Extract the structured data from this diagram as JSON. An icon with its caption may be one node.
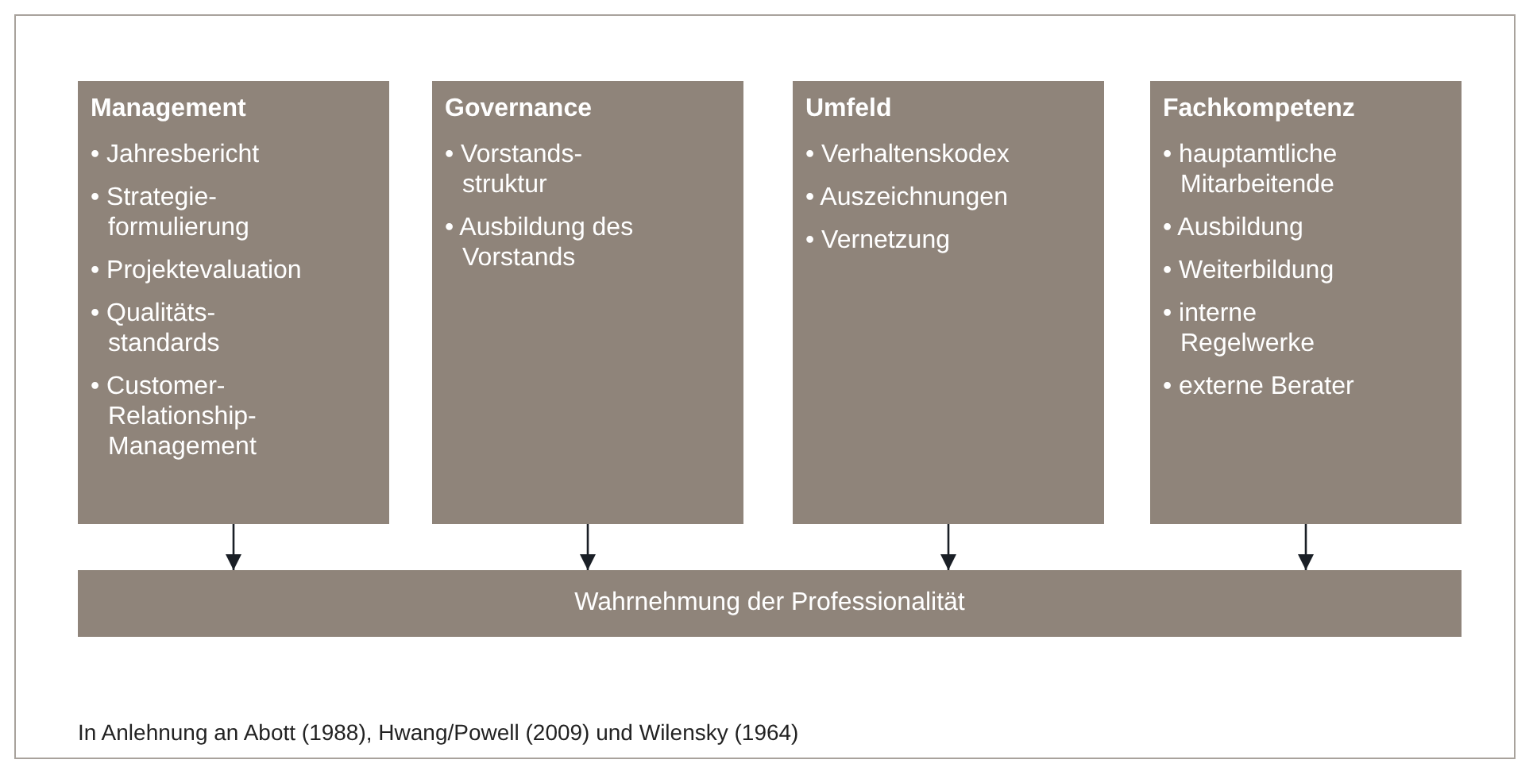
{
  "diagram": {
    "nodes": [
      {
        "text": [
          "Management",
          "• Jahresbericht",
          "• Strategie- formulierung",
          "• Projektevaluation",
          "• Qualitäts- standards",
          "• Customer- Relationship- Management"
        ]
      },
      {
        "text": [
          "Governance",
          "• Vorstands- struktur",
          "• Ausbildung des Vorstands"
        ]
      },
      {
        "text": [
          "Umfeld",
          "• Verhaltenskodex",
          "• Auszeichnungen",
          "• Vernetzung"
        ]
      },
      {
        "text": [
          "Fachkompetenz",
          "• hauptamtliche Mitarbeitende",
          "• Ausbildung",
          "• Weiterbildung",
          "• interne Regelwerke",
          "• externe Berater"
        ]
      },
      {
        "text": [
          "Wahrnehmung der Professionalität"
        ]
      }
    ],
    "edges": [
      {
        "from": 0,
        "to": 4,
        "arrow": "to"
      },
      {
        "from": 1,
        "to": 4,
        "arrow": "to"
      },
      {
        "from": 2,
        "to": 4,
        "arrow": "to"
      },
      {
        "from": 3,
        "to": 4,
        "arrow": "to"
      }
    ],
    "caption": "In Anlehnung an Abott (1988), Hwang/Powell (2009) und Wilensky (1964)"
  }
}
